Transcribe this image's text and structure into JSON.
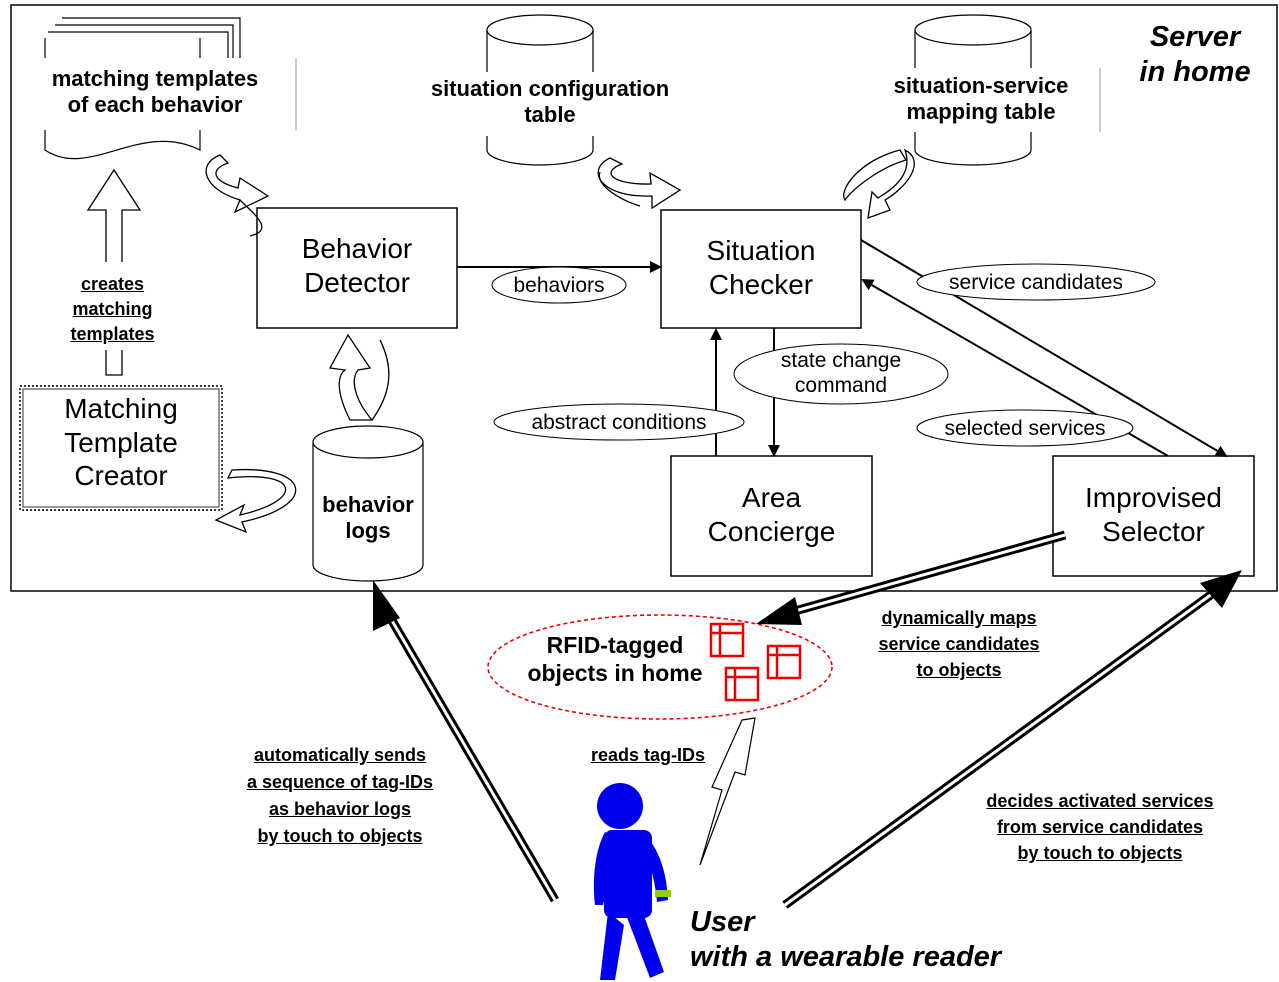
{
  "server_label": "Server\nin home",
  "components": {
    "behavior_detector": "Behavior\nDetector",
    "situation_checker": "Situation\nChecker",
    "area_concierge": "Area\nConcierge",
    "improvised_selector": "Improvised\nSelector",
    "matching_template_creator": "Matching\nTemplate\nCreator"
  },
  "stores": {
    "matching_templates": "matching templates\nof each behavior",
    "situation_configuration_table": "situation configuration\ntable",
    "situation_service_mapping_table": "situation-service\nmapping table",
    "behavior_logs": "behavior\nlogs"
  },
  "edge_labels": {
    "behaviors": "behaviors",
    "service_candidates": "service candidates",
    "state_change_command": "state change\ncommand",
    "abstract_conditions": "abstract conditions",
    "selected_services": "selected services"
  },
  "annotations": {
    "creates_templates": "creates\nmatching\ntemplates",
    "sends_logs": "automatically sends\na sequence of tag-IDs\nas behavior logs\nby touch to objects",
    "maps_services": "dynamically maps\nservice candidates\nto objects",
    "reads_tags": "reads tag-IDs",
    "decides_services": "decides activated services\nfrom service candidates\nby touch to objects"
  },
  "rfid_objects": "RFID-tagged\nobjects in home",
  "user_label": "User\nwith a wearable reader",
  "colors": {
    "user": "#0000ee",
    "user_band": "#99cc00",
    "rfid": "#ee0000"
  }
}
